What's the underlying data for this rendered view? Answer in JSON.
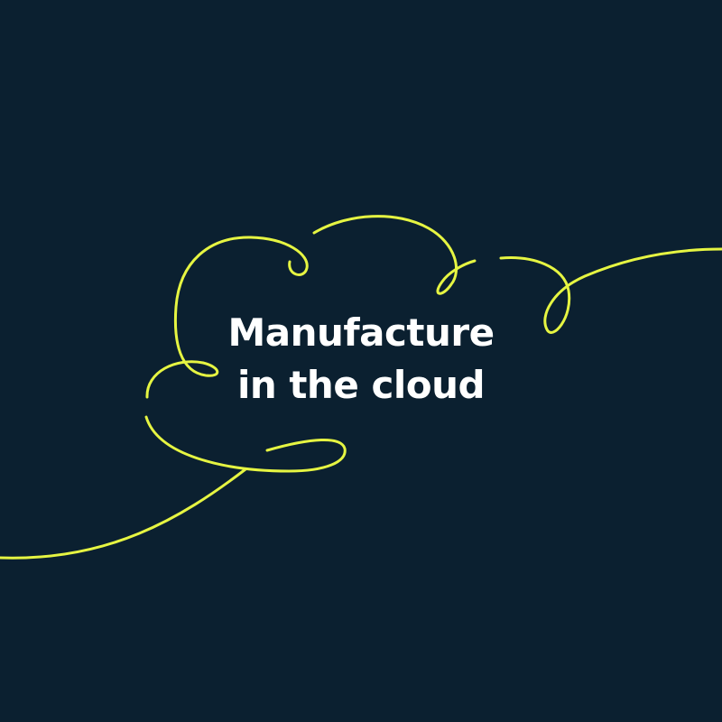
{
  "headline": {
    "line1": "Manufacture",
    "line2": "in the cloud"
  },
  "colors": {
    "background": "#0b2030",
    "accent_line": "#e6f542",
    "text": "#ffffff"
  },
  "decoration": {
    "icon": "hand-drawn-cloud-outline"
  }
}
